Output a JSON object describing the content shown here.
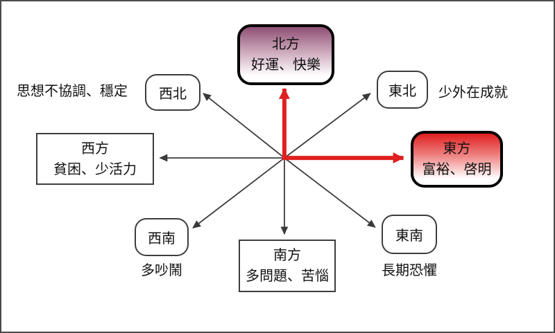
{
  "colors": {
    "highlight_arrow": "#e02020",
    "normal_arrow": "#3a3a3a",
    "north_top": "#8e4f73",
    "east_top": "#df1f1f",
    "frame_border": "#4a4a4a",
    "node_border": "#000000"
  },
  "nodes": {
    "north": {
      "title": "北方",
      "subtitle": "好運、快樂"
    },
    "east": {
      "title": "東方",
      "subtitle": "富裕、啓明"
    },
    "west": {
      "title": "西方",
      "subtitle": "貧困、少活力"
    },
    "south": {
      "title": "南方",
      "subtitle": "多問題、苦惱"
    },
    "northwest": {
      "label": "西北",
      "annotation": "思想不協調、穩定"
    },
    "northeast": {
      "label": "東北",
      "annotation": "少外在成就"
    },
    "southwest": {
      "label": "西南",
      "annotation": "多吵鬧"
    },
    "southeast": {
      "label": "東南",
      "annotation": "長期恐懼"
    }
  }
}
